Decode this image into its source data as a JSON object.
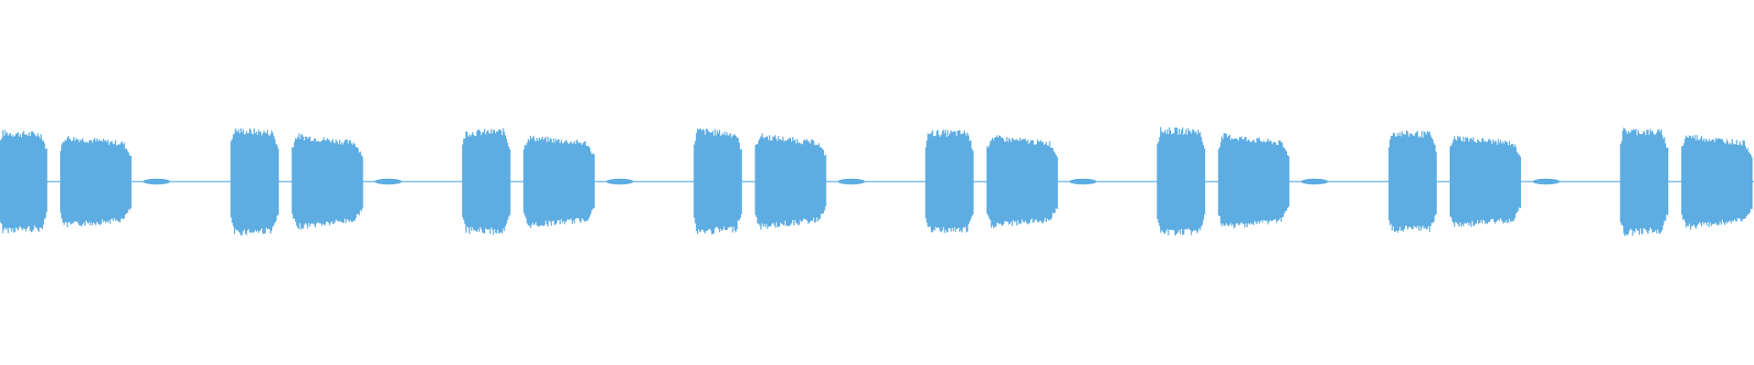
{
  "waveform": {
    "color": "#5dade2",
    "background": "#ffffff",
    "cycle_count": 8,
    "pattern": [
      "burst",
      "burst",
      "small-blip",
      "gap"
    ]
  }
}
